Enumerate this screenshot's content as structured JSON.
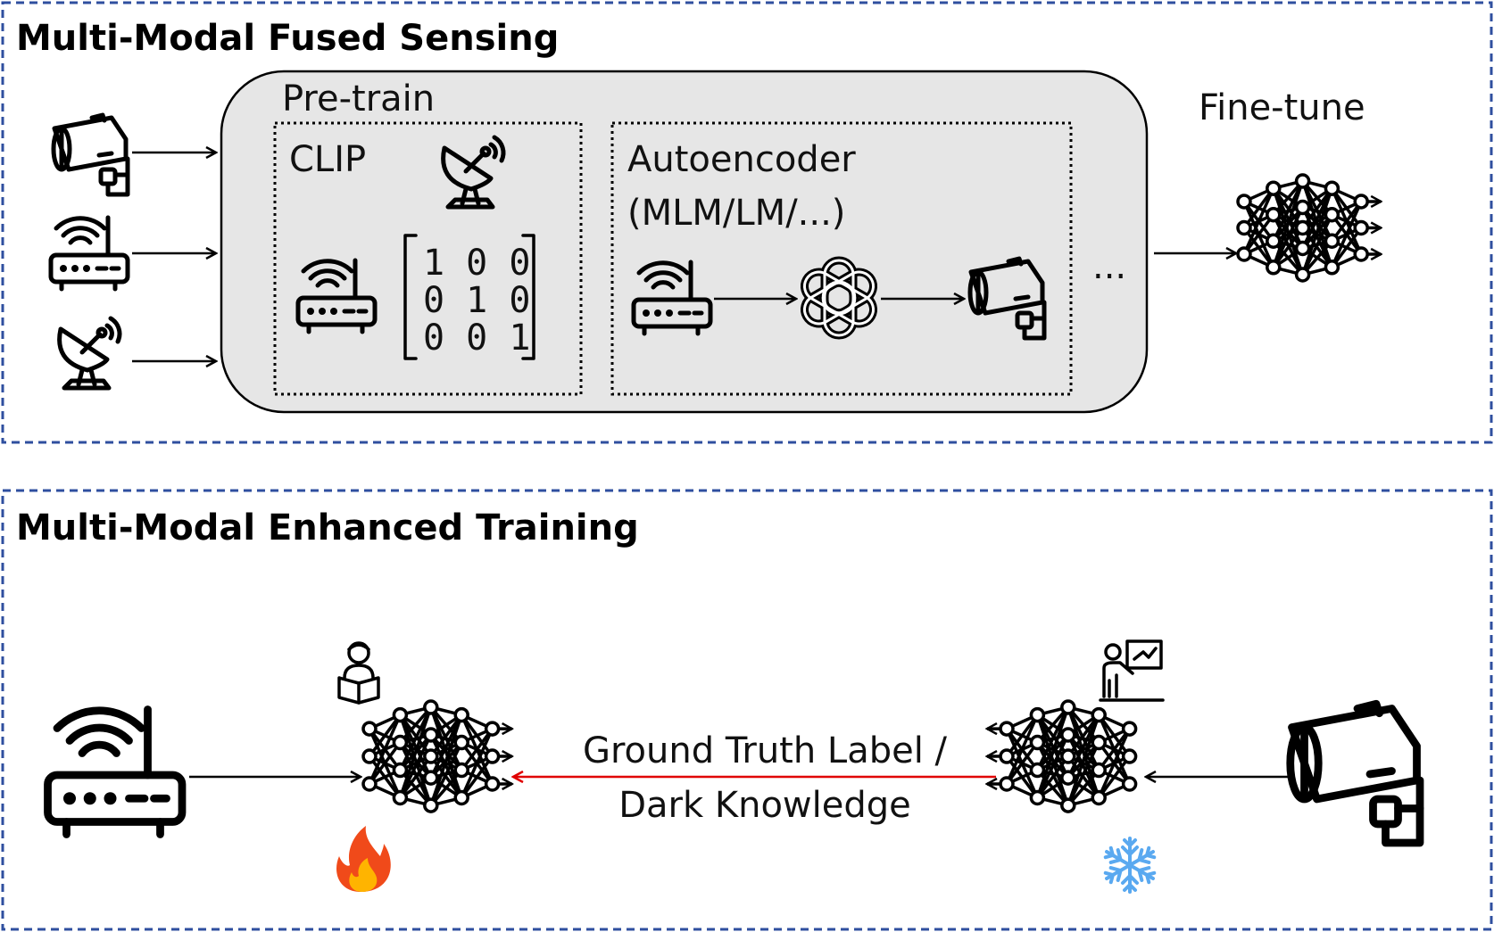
{
  "top_panel": {
    "title": "Multi-Modal Fused Sensing",
    "pretrain_label": "Pre-train",
    "clip_label": "CLIP",
    "matrix_rows": [
      "1 0 0",
      "0 1 0",
      "0 0 1"
    ],
    "autoencoder_label": "Autoencoder",
    "autoencoder_sub": "(MLM/LM/...)",
    "ellipsis": "...",
    "finetune_label": "Fine-tune"
  },
  "bottom_panel": {
    "title": "Multi-Modal Enhanced Training",
    "arrow_label_line1": "Ground Truth Label /",
    "arrow_label_line2": "Dark Knowledge"
  },
  "colors": {
    "panel_border": "#2f4f9f",
    "pretrain_fill": "#e6e6e6",
    "distill_arrow": "#e00000",
    "fire_outer": "#f04a1a",
    "fire_inner": "#ffb400",
    "snowflake": "#5aa9f0"
  },
  "icons": [
    "camera-icon",
    "wifi-router-icon",
    "satellite-dish-icon",
    "openai-logo-icon",
    "neural-network-icon",
    "student-icon",
    "teacher-icon",
    "fire-icon",
    "snowflake-icon"
  ]
}
